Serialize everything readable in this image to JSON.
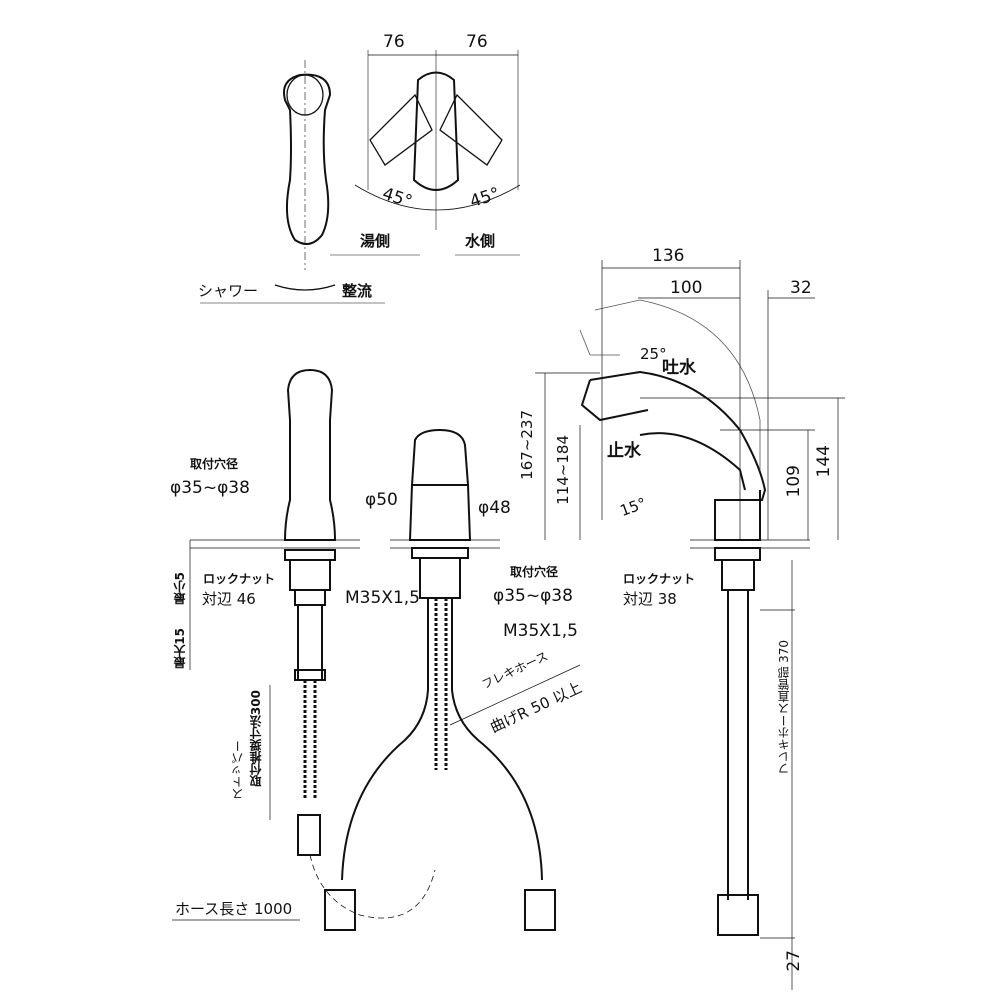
{
  "top_view": {
    "dim_left": "76",
    "dim_right": "76",
    "angle_left": "45°",
    "angle_right": "45°",
    "hot_side": "湯側",
    "cold_side": "水側"
  },
  "spray_mode": {
    "shower": "シャワー",
    "straight": "整流"
  },
  "side_view": {
    "dim_136": "136",
    "dim_100": "100",
    "dim_32": "32",
    "angle_25": "25°",
    "spout_on": "吐水",
    "spout_off": "止水",
    "angle_15": "15°",
    "height_range_1": "167~237",
    "height_range_2": "114~184",
    "height_109": "109",
    "height_144": "144",
    "locknut_label": "ロックナット",
    "locknut_size": "対辺 38",
    "flex_straight": "フレキホース直管部 370",
    "dim_27": "27"
  },
  "shower_view": {
    "hole_label": "取付穴径",
    "hole_size": "φ35~φ38",
    "dia_50": "φ50",
    "locknut_label": "ロックナット",
    "locknut_size": "対辺 46",
    "thread": "M35X1,5",
    "min": "最小5",
    "max": "最大15",
    "stopper": "ストッパー",
    "stopper_dim": "取付推奨寸法300",
    "hose_length": "ホース長さ 1000"
  },
  "body_view": {
    "dia_48": "φ48",
    "hole_label": "取付穴径",
    "hole_size": "φ35~φ38",
    "thread": "M35X1,5",
    "flex_hose": "フレキホース",
    "bend": "曲げR 50 以上"
  }
}
